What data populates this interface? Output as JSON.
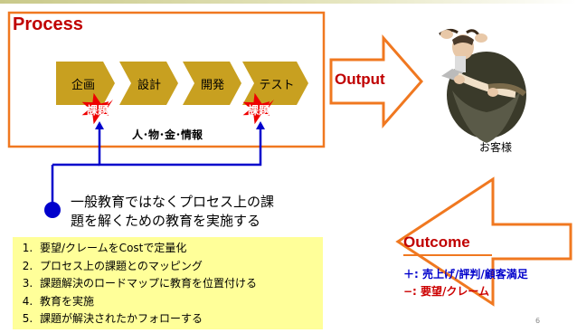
{
  "process": {
    "title": "Process",
    "steps": [
      "企画",
      "設計",
      "開発",
      "テスト"
    ],
    "issue_badges": [
      "課題",
      "課題"
    ],
    "resources": "人･物･金･情報"
  },
  "output_label": "Output",
  "customer_label": "お客様",
  "education_note": {
    "line1": "一般教育ではなくプロセス上の課",
    "line2": "題を解くための教育を実施する"
  },
  "task_list": [
    "要望/クレームをCostで定量化",
    "プロセス上の課題とのマッピング",
    "課題解決のロードマップに教育を位置付ける",
    "教育を実施",
    "課題が解決されたかフォローする"
  ],
  "outcome": {
    "label": "Outcome",
    "positive": "＋: 売上げ/評判/顧客満足",
    "negative": "−: 要望/クレーム"
  },
  "page_number": "6",
  "colors": {
    "accent_orange": "#f07820",
    "title_red": "#c00000",
    "step_gold": "#c8a020",
    "badge_red": "#ee0000",
    "connector_blue": "#0000cc",
    "list_yellow": "#ffff99"
  }
}
